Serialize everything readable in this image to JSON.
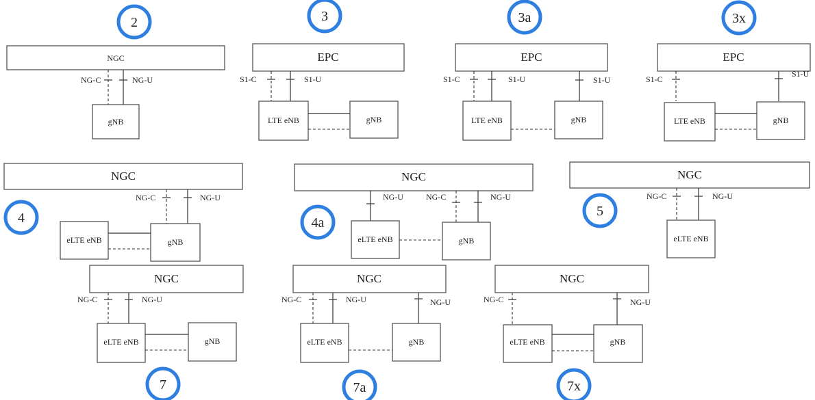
{
  "accent_color": "#2f7fe0",
  "options": {
    "o2": {
      "number": "2",
      "core": "NGC",
      "c_label": "NG-C",
      "u_label": "NG-U",
      "node": "gNB"
    },
    "o3": {
      "number": "3",
      "core": "EPC",
      "c_label": "S1-C",
      "u_label": "S1-U",
      "node_a": "LTE eNB",
      "node_b": "gNB"
    },
    "o3a": {
      "number": "3a",
      "core": "EPC",
      "c_label": "S1-C",
      "u_label": "S1-U",
      "u2_label": "S1-U",
      "node_a": "LTE eNB",
      "node_b": "gNB"
    },
    "o3x": {
      "number": "3x",
      "core": "EPC",
      "c_label": "S1-C",
      "u_label": "S1-U",
      "node_a": "LTE eNB",
      "node_b": "gNB"
    },
    "o4": {
      "number": "4",
      "core": "NGC",
      "c_label": "NG-C",
      "u_label": "NG-U",
      "node_a": "eLTE eNB",
      "node_b": "gNB"
    },
    "o4a": {
      "number": "4a",
      "core": "NGC",
      "c_label": "NG-C",
      "u_label": "NG-U",
      "u2_label": "NG-U",
      "node_a": "eLTE eNB",
      "node_b": "gNB"
    },
    "o5": {
      "number": "5",
      "core": "NGC",
      "c_label": "NG-C",
      "u_label": "NG-U",
      "node": "eLTE eNB"
    },
    "o7": {
      "number": "7",
      "core": "NGC",
      "c_label": "NG-C",
      "u_label": "NG-U",
      "node_a": "eLTE eNB",
      "node_b": "gNB"
    },
    "o7a": {
      "number": "7a",
      "core": "NGC",
      "c_label": "NG-C",
      "u_label": "NG-U",
      "u2_label": "NG-U",
      "node_a": "eLTE eNB",
      "node_b": "gNB"
    },
    "o7x": {
      "number": "7x",
      "core": "NGC",
      "c_label": "NG-C",
      "u_label": "NG-U",
      "node_a": "eLTE eNB",
      "node_b": "gNB"
    }
  }
}
